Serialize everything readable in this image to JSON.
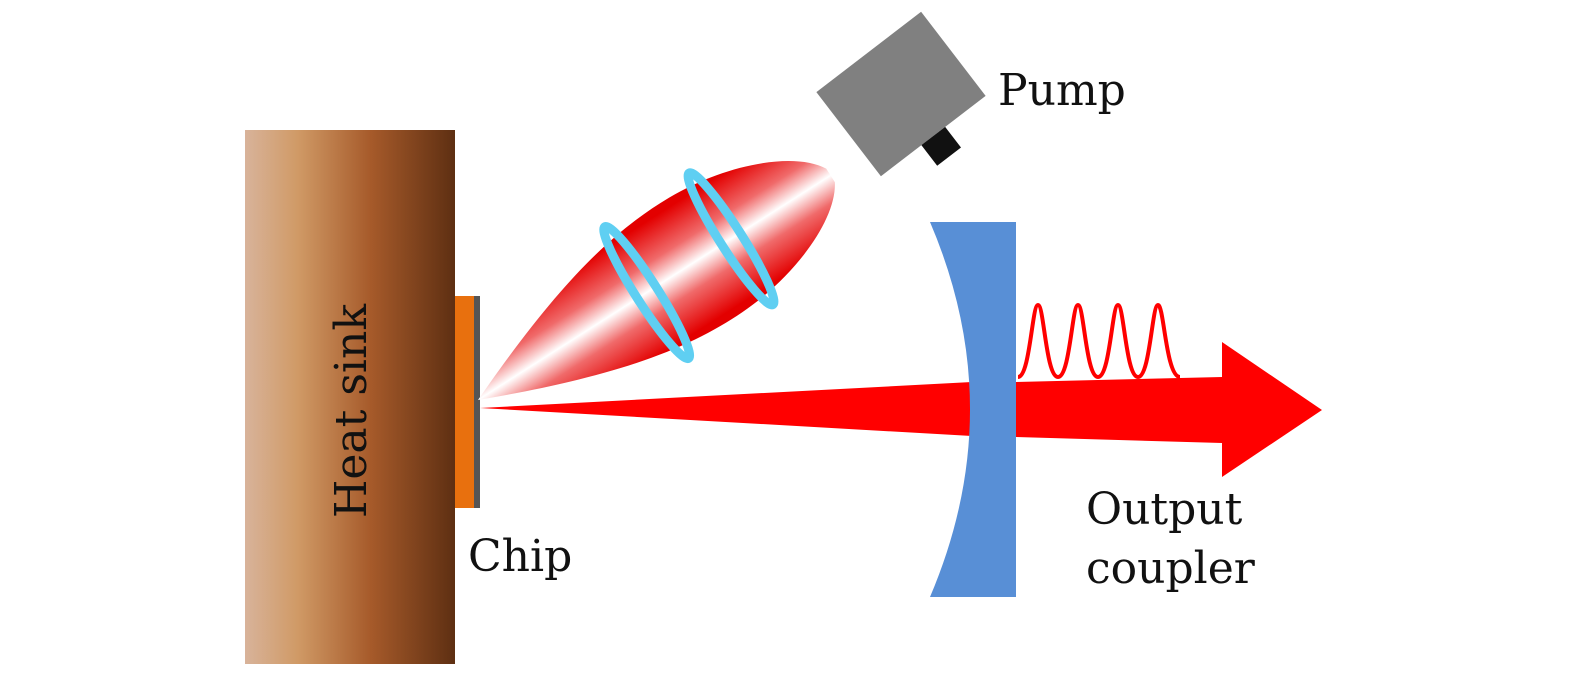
{
  "labels": {
    "heat_sink": "Heat sink",
    "chip": "Chip",
    "pump": "Pump",
    "output_coupler_line1": "Output",
    "output_coupler_line2": "coupler"
  },
  "colors": {
    "heat_sink_light": "#d8b39a",
    "heat_sink_mid": "#c98b57",
    "heat_sink_dark": "#5e2f12",
    "chip_orange": "#e8700e",
    "chip_facet": "#555555",
    "pump_body": "#808080",
    "pump_nozzle": "#111111",
    "beam_red": "#ff0000",
    "lens_blue": "#5fcff2",
    "mirror_blue": "#588fd6"
  },
  "icons": {
    "heat_sink": "heat-sink-block",
    "chip": "gain-chip",
    "pump": "pump-laser-diode",
    "lenses": "focusing-lens-pair",
    "output_coupler": "concave-mirror",
    "output_beam": "output-beam-arrow",
    "pulse_train": "pulse-train-waveform"
  }
}
